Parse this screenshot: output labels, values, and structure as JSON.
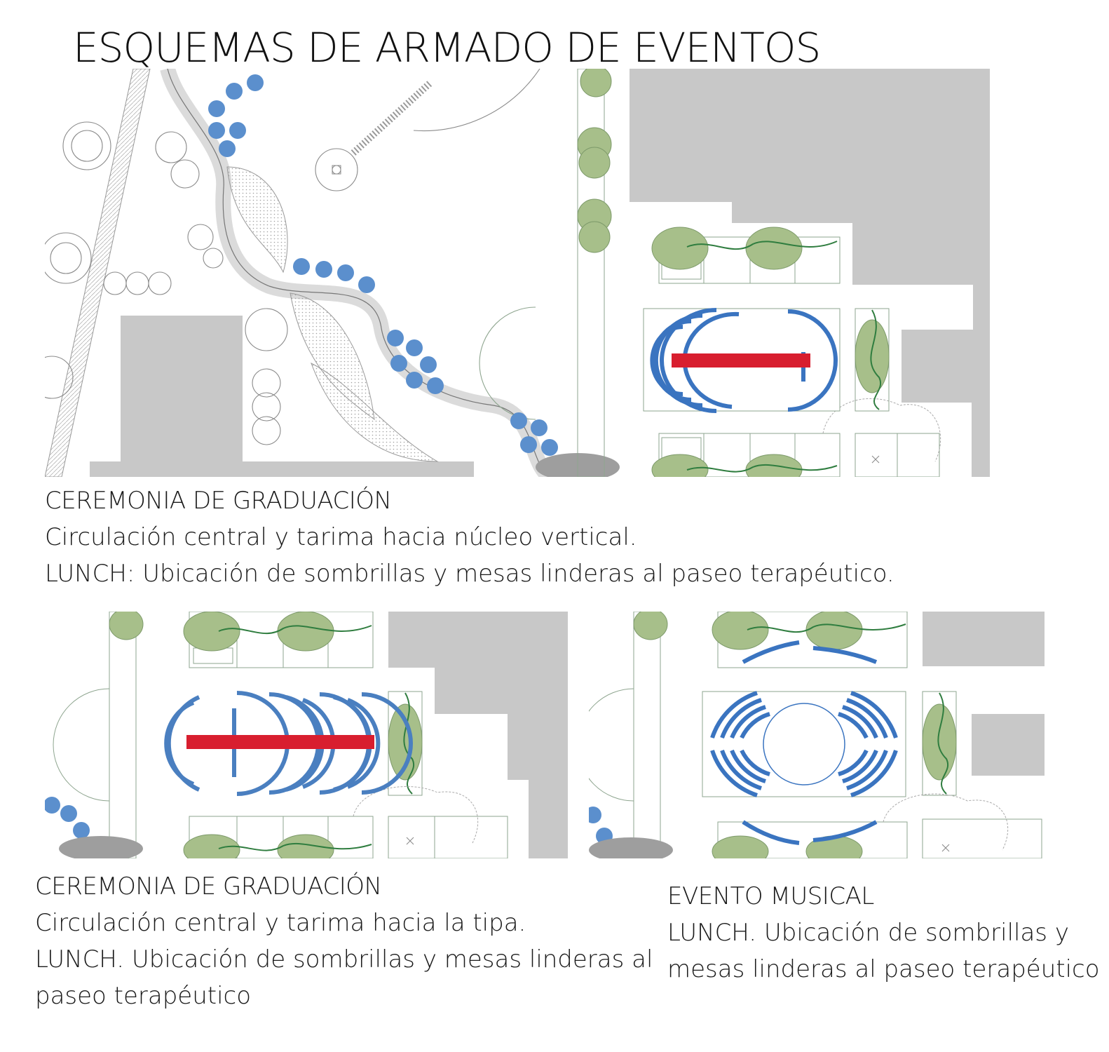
{
  "title": "ESQUEMAS DE ARMADO DE EVENTOS",
  "colors": {
    "building": "#c8c8c8",
    "tree_green": "#a7bf8a",
    "tree_grey": "#9a9a9a",
    "seating_blue": "#3a74c0",
    "umbrella_blue": "#5b8fcd",
    "stage_red": "#d81e2f",
    "line": "#8ea58f",
    "vine": "#2f7d3f"
  },
  "panels": [
    {
      "id": "graduation-nucleus",
      "heading": "CEREMONIA DE GRADUACIÓN",
      "lines": [
        "Circulación central y tarima hacia núcleo vertical.",
        "LUNCH: Ubicación de sombrillas y mesas linderas al paseo terapéutico."
      ]
    },
    {
      "id": "graduation-tipa",
      "heading": "CEREMONIA DE GRADUACIÓN",
      "lines": [
        "Circulación central y tarima hacia la tipa.",
        "LUNCH. Ubicación de sombrillas y mesas linderas al",
        "paseo terapéutico"
      ]
    },
    {
      "id": "music-event",
      "heading": "EVENTO MUSICAL",
      "lines": [
        "LUNCH. Ubicación de sombrillas y",
        "mesas linderas al paseo terapéutico"
      ]
    }
  ]
}
